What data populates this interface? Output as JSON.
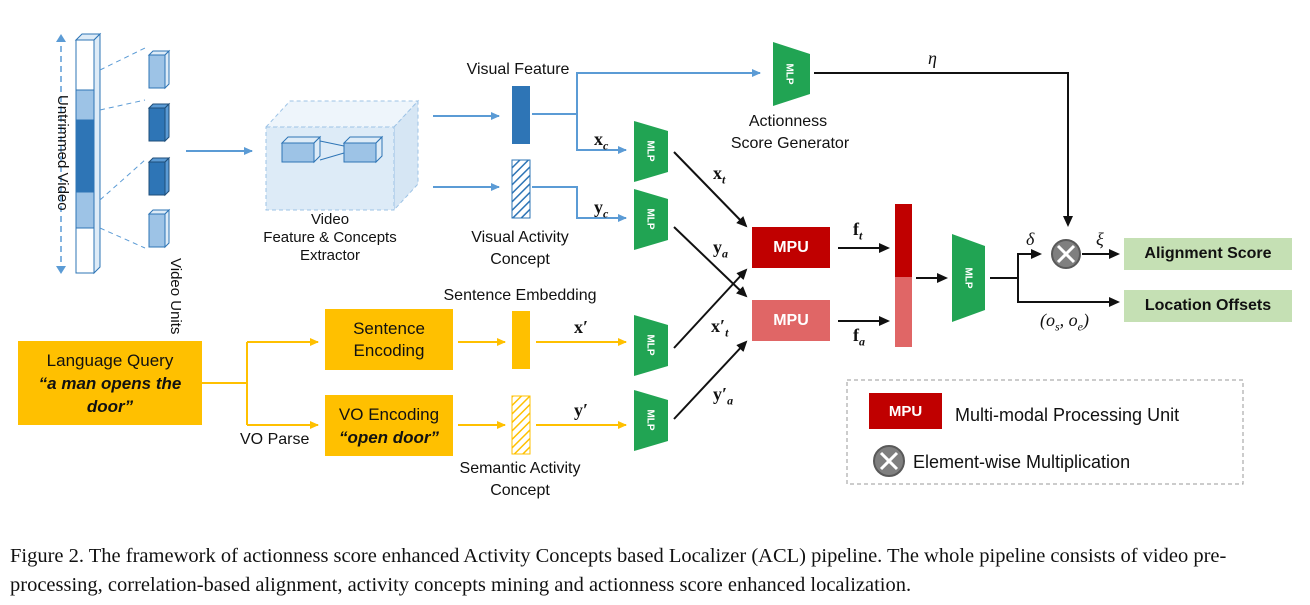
{
  "figure": {
    "video_side_label": "Untrimmed Video",
    "video_units_label": "Video Units",
    "extractor_label": [
      "Video",
      "Feature & Concepts",
      "Extractor"
    ],
    "visual_feature_label": "Visual Feature",
    "visual_concept_label": [
      "Visual Activity",
      "Concept"
    ],
    "sentence_embedding_label": "Sentence Embedding",
    "semantic_concept_label": [
      "Semantic Activity",
      "Concept"
    ],
    "actionness_label": [
      "Actionness",
      "Score Generator"
    ],
    "mlp_label": "MLP",
    "mpu_label": "MPU",
    "language_query": {
      "title": "Language Query",
      "text": "“a man opens the door”"
    },
    "sentence_encoding": "Sentence Encoding",
    "vo_encoding": {
      "title": "VO Encoding",
      "text": "“open door”"
    },
    "vo_parse_label": "VO Parse",
    "outputs": {
      "alignment": "Alignment Score",
      "location": "Location Offsets"
    },
    "symbols": {
      "xc": "x",
      "xc_sub": "c",
      "yc": "y",
      "yc_sub": "c",
      "xt": "x",
      "xt_sub": "t",
      "ya": "y",
      "ya_sub": "a",
      "ft": "f",
      "ft_sub": "t",
      "fa": "f",
      "fa_sub": "a",
      "xp": "x′",
      "yp": "y′",
      "xpt": "x′",
      "xpt_sub": "t",
      "ypa": "y′",
      "ypa_sub": "a",
      "eta": "η",
      "delta": "δ",
      "xi": "ξ",
      "offsets": "(o",
      "offsets_s": "s",
      "offsets_mid": ", o",
      "offsets_e": "e",
      "offsets_end": ")"
    },
    "legend": {
      "mpu": "Multi-modal Processing Unit",
      "mult": "Element-wise Multiplication"
    }
  },
  "caption": "Figure 2. The framework of actionness score enhanced Activity Concepts based Localizer (ACL) pipeline. The whole pipeline consists of video pre-processing, correlation-based alignment, activity concepts mining and actionness score enhanced localization.",
  "colors": {
    "blue": "#5b9bd5",
    "dark_blue": "#2e75b6",
    "green": "#21a453",
    "light_green": "#c5e0b4",
    "yellow": "#ffc000",
    "dark_red": "#c00000",
    "light_red": "#e06666",
    "gray": "#7f7f7f"
  }
}
